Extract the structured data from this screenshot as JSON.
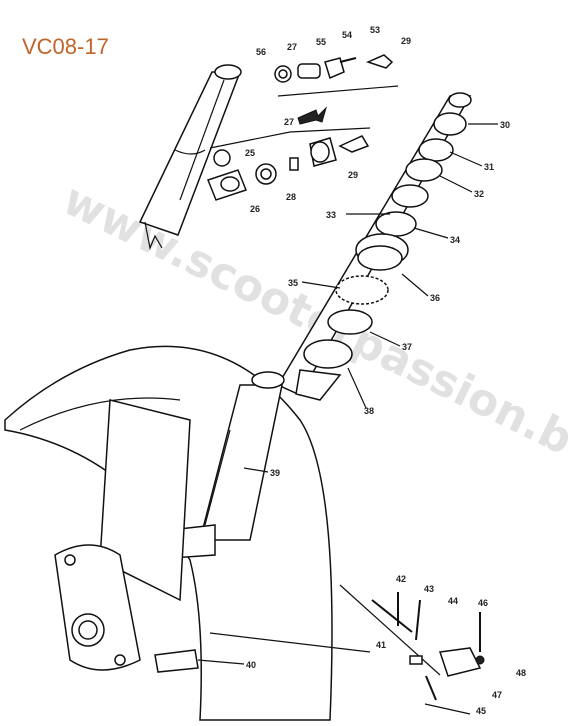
{
  "diagram": {
    "code": "VC08-17",
    "watermark": "www.scooterpassion.be",
    "callouts": [
      {
        "id": "c56",
        "text": "56"
      },
      {
        "id": "c27a",
        "text": "27"
      },
      {
        "id": "c55",
        "text": "55"
      },
      {
        "id": "c54",
        "text": "54"
      },
      {
        "id": "c53",
        "text": "53"
      },
      {
        "id": "c29a",
        "text": "29"
      },
      {
        "id": "c27b",
        "text": "27"
      },
      {
        "id": "c25",
        "text": "25"
      },
      {
        "id": "c26",
        "text": "26"
      },
      {
        "id": "c28",
        "text": "28"
      },
      {
        "id": "c29b",
        "text": "29"
      },
      {
        "id": "c30",
        "text": "30"
      },
      {
        "id": "c31",
        "text": "31"
      },
      {
        "id": "c32",
        "text": "32"
      },
      {
        "id": "c33",
        "text": "33"
      },
      {
        "id": "c34",
        "text": "34"
      },
      {
        "id": "c35",
        "text": "35"
      },
      {
        "id": "c36",
        "text": "36"
      },
      {
        "id": "c37",
        "text": "37"
      },
      {
        "id": "c38",
        "text": "38"
      },
      {
        "id": "c39",
        "text": "39"
      },
      {
        "id": "c40",
        "text": "40"
      },
      {
        "id": "c41",
        "text": "41"
      },
      {
        "id": "c42",
        "text": "42"
      },
      {
        "id": "c43",
        "text": "43"
      },
      {
        "id": "c44",
        "text": "44"
      },
      {
        "id": "c46",
        "text": "46"
      },
      {
        "id": "c48",
        "text": "48"
      },
      {
        "id": "c47",
        "text": "47"
      },
      {
        "id": "c45",
        "text": "45"
      }
    ]
  }
}
